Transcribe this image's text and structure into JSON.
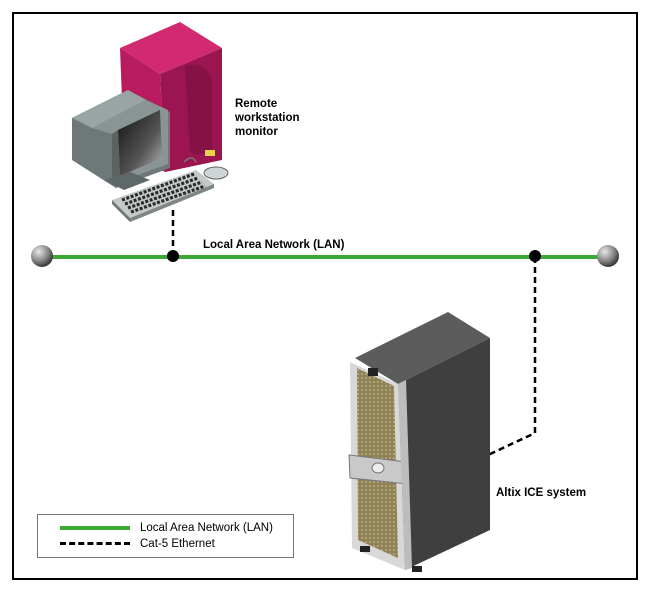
{
  "labels": {
    "workstation": "Remote\nworkstation\nmonitor",
    "lan": "Local Area Network (LAN)",
    "altix": "Altix ICE system"
  },
  "legend": {
    "items": [
      {
        "label": "Local Area Network (LAN)",
        "style": "solid",
        "color": "#3aa832"
      },
      {
        "label": "Cat-5 Ethernet",
        "style": "dashed",
        "color": "#000000"
      }
    ]
  },
  "colors": {
    "lan_line": "#3aa832",
    "tower": "#b0185a",
    "rack": "#4a4a4a",
    "rack_mesh": "#a89a6a"
  },
  "icons": [
    "workstation-tower-icon",
    "crt-monitor-icon",
    "keyboard-icon",
    "mouse-icon",
    "rack-server-icon",
    "lan-endpoint-icon"
  ]
}
